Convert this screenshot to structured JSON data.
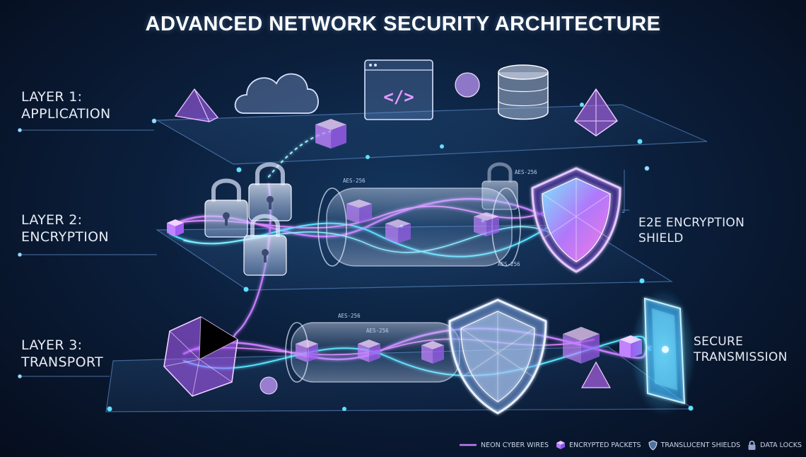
{
  "title": "ADVANCED NETWORK SECURITY ARCHITECTURE",
  "layers": [
    {
      "line1": "LAYER 1:",
      "line2": "APPLICATION"
    },
    {
      "line1": "LAYER 2:",
      "line2": "ENCRYPTION"
    },
    {
      "line1": "LAYER 3:",
      "line2": "TRANSPORT"
    }
  ],
  "callouts": {
    "shield": {
      "line1": "E2E ENCRYPTION",
      "line2": "SHIELD"
    },
    "transmission": {
      "line1": "SECURE",
      "line2": "TRANSMISSION"
    }
  },
  "tube_labels": [
    "AES-256",
    "AES-256",
    "AES-256",
    "AES-256",
    "AES-256"
  ],
  "legend": [
    {
      "label": "NEON CYBER WIRES",
      "icon": "neon-wire-icon"
    },
    {
      "label": "ENCRYPTED PACKETS",
      "icon": "cube-icon"
    },
    {
      "label": "TRANSLUCENT SHIELDS",
      "icon": "shield-icon"
    },
    {
      "label": "DATA LOCKS",
      "icon": "padlock-icon"
    }
  ],
  "colors": {
    "neon_purple": "#c77dff",
    "neon_cyan": "#57e3ff",
    "background": "#0b1f3c"
  }
}
